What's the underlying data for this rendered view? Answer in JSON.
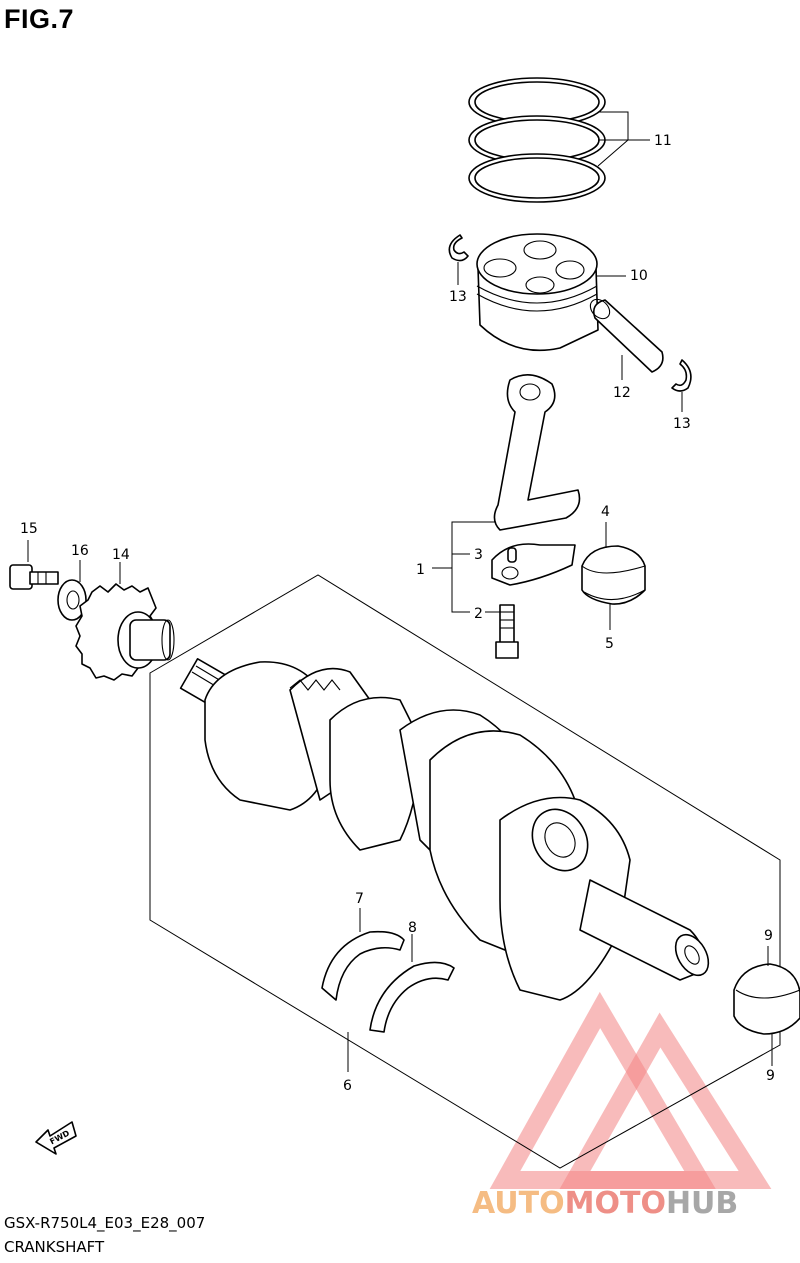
{
  "figure": {
    "title": "FIG.7"
  },
  "footer": {
    "code": "GSX-R750L4_E03_E28_007",
    "name": "CRANKSHAFT"
  },
  "callouts": {
    "c1": "1",
    "c2": "2",
    "c3": "3",
    "c4": "4",
    "c5": "5",
    "c6": "6",
    "c7": "7",
    "c8": "8",
    "c9a": "9",
    "c9b": "9",
    "c10": "10",
    "c11": "11",
    "c12": "12",
    "c13a": "13",
    "c13b": "13",
    "c14": "14",
    "c15": "15",
    "c16": "16"
  },
  "fwd_label": "FWD",
  "watermark": {
    "part1": "AUTO",
    "part2": "MOTO",
    "part3": "HUB",
    "color1": "#f2a65a",
    "color2": "#e96a5f",
    "color3": "#8a8a8a"
  }
}
